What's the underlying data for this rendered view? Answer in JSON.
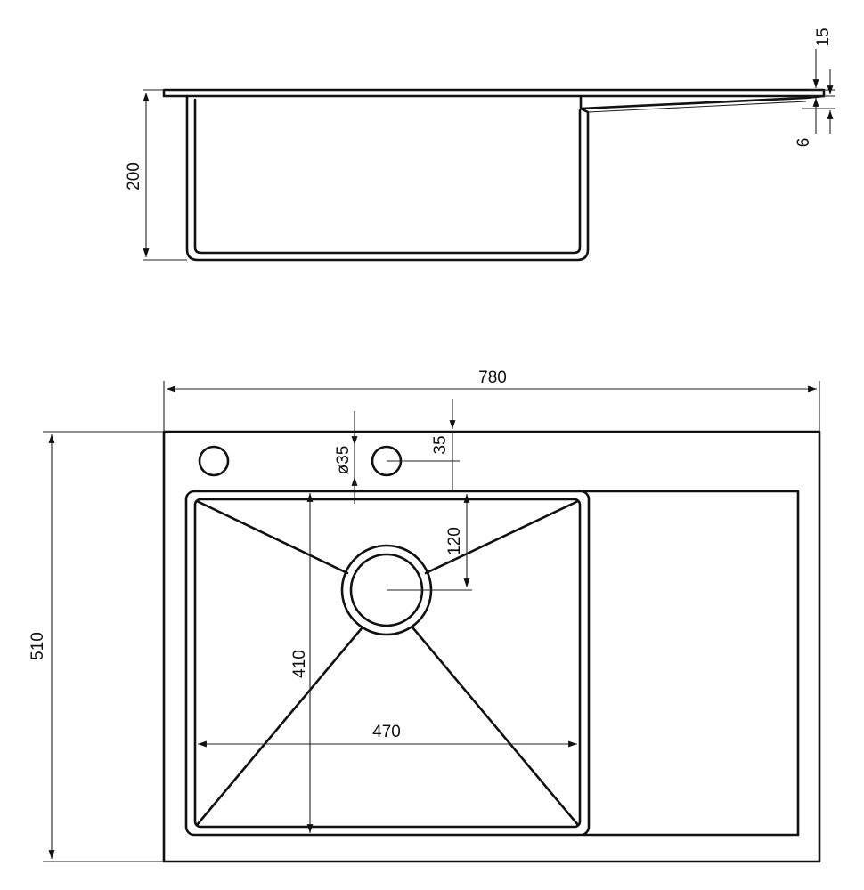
{
  "dimensions": {
    "overall_width": "780",
    "overall_depth": "510",
    "bowl_width": "470",
    "bowl_depth": "410",
    "bowl_height": "200",
    "drain_offset": "120",
    "tap_hole_diameter": "ø35",
    "tap_hole_offset": "35",
    "deck_thickness": "15",
    "drainboard_step": "6"
  },
  "colors": {
    "line": "#111111",
    "background": "#ffffff"
  }
}
